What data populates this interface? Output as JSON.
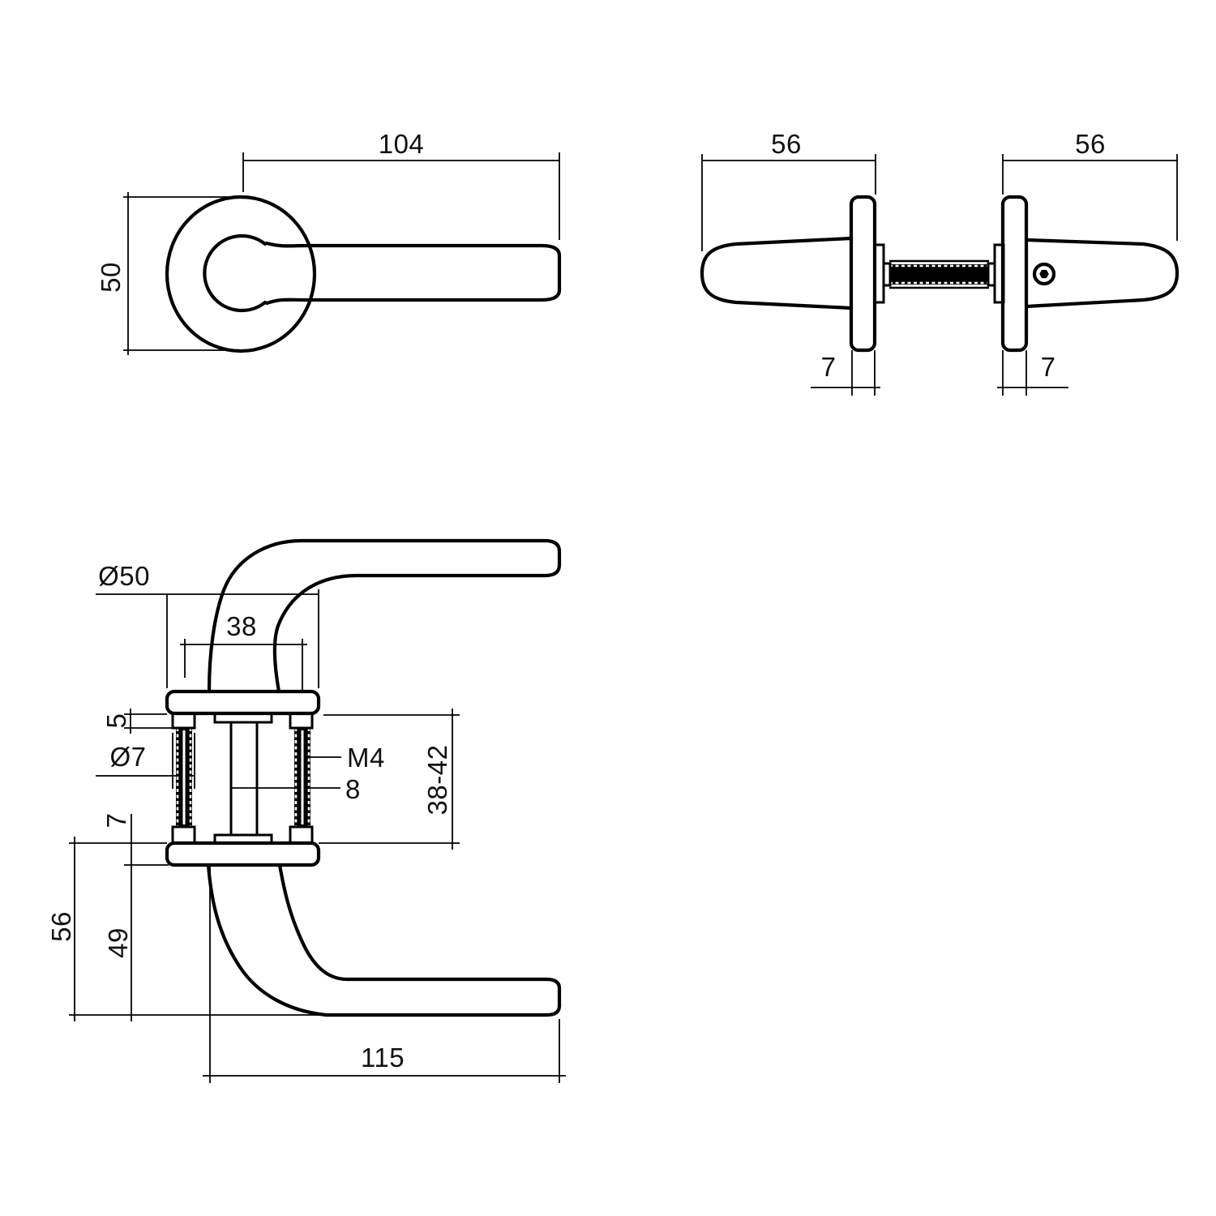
{
  "drawing_type": "door-handle-technical-drawing",
  "colors": {
    "background": "#ffffff",
    "line": "#000000"
  },
  "views": {
    "top": {
      "lever_length": "104",
      "rose_diameter": "50"
    },
    "side": {
      "left_projection": "56",
      "right_projection": "56",
      "left_rose_thickness": "7",
      "right_rose_thickness": "7"
    },
    "section": {
      "rose_diameter": "Ø50",
      "screw_spacing": "38",
      "boss_height": "5",
      "screw_diameter": "Ø7",
      "thread_size": "M4",
      "spindle_size": "8",
      "door_thickness_range": "38-42",
      "rose_thickness": "7",
      "overall_height": "56",
      "lever_drop": "49",
      "lever_length": "115"
    }
  }
}
